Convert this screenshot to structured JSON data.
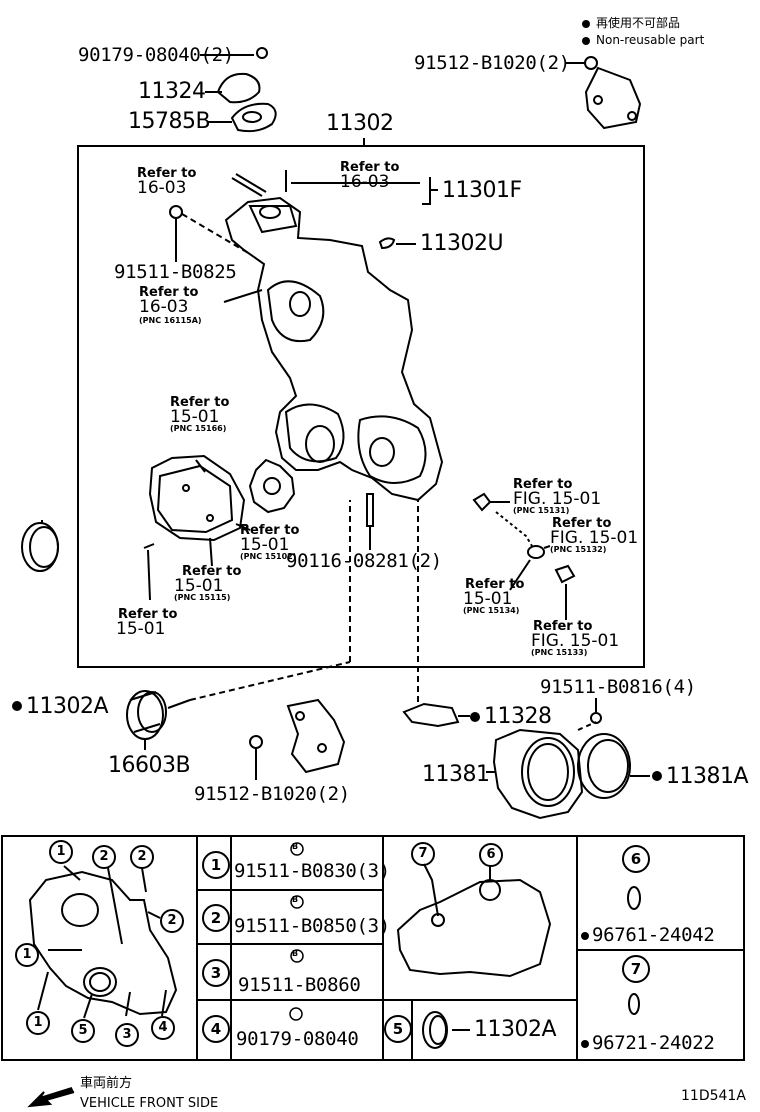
{
  "legend": {
    "non_reusable_jp": "再使用不可部品",
    "non_reusable_en": "Non-reusable part"
  },
  "labels": {
    "p90179_08040_2": "90179-08040(2)",
    "p11324": "11324",
    "p15785B": "15785B",
    "p11302": "11302",
    "p91512_B1020_2_top": "91512-B1020(2)",
    "p11301F": "11301F",
    "p11302U": "11302U",
    "p91511_B0825": "91511-B0825",
    "p90116_08281_2": "90116-08281(2)",
    "p11302A": "11302A",
    "p16603B": "16603B",
    "p91512_B1020_2_bot": "91512-B1020(2)",
    "p11328": "11328",
    "p91511_B0816_4": "91511-B0816(4)",
    "p11381": "11381",
    "p11381A": "11381A"
  },
  "refs": {
    "refer_to": "Refer to",
    "fig_15_01": "FIG. 15-01",
    "n16_03": "16-03",
    "n15_01": "15-01",
    "pnc_16115A": "(PNC 16115A)",
    "pnc_15166": "(PNC 15166)",
    "pnc_15102": "(PNC 15102)",
    "pnc_15115": "(PNC 15115)",
    "pnc_15131": "(PNC 15131)",
    "pnc_15132": "(PNC 15132)",
    "pnc_15134": "(PNC 15134)",
    "pnc_15133": "(PNC 15133)"
  },
  "table": {
    "rows": [
      {
        "num": "1",
        "part": "91511-B0830(3)"
      },
      {
        "num": "2",
        "part": "91511-B0850(3)"
      },
      {
        "num": "3",
        "part": "91511-B0860"
      },
      {
        "num": "4",
        "part": "90179-08040"
      }
    ],
    "row5": {
      "num": "5",
      "part": "11302A"
    },
    "row6": {
      "num": "6",
      "part": "96761-24042"
    },
    "row7": {
      "num": "7",
      "part": "96721-24022"
    },
    "bolt_letter": "B"
  },
  "footer": {
    "direction_jp": "車両前方",
    "direction_en": "VEHICLE FRONT SIDE",
    "figure_code": "11D541A"
  }
}
